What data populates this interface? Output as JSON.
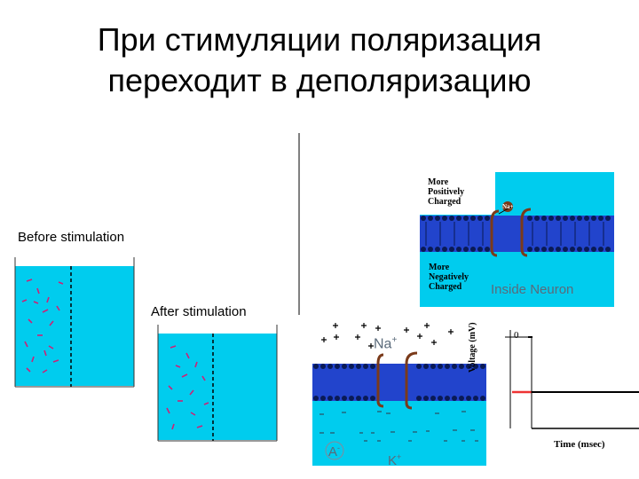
{
  "slide": {
    "title_line1": "При стимуляции поляризация",
    "title_line2": "переходит в деполяризацию"
  },
  "labels": {
    "before": "Before stimulation",
    "after": "After stimulation",
    "more_positive_1": "More",
    "more_positive_2": "Positively",
    "more_positive_3": "Charged",
    "more_negative_1": "More",
    "more_negative_2": "Negatively",
    "more_negative_3": "Charged",
    "inside_neuron": "Inside Neuron",
    "na_channel": "Na+",
    "na_ion": "Na",
    "na_sup": "+",
    "a_ion": "A",
    "a_sup": "-",
    "k_ion": "K",
    "k_sup": "+",
    "ylabel": "Voltage (mV)",
    "zero_tick": "0",
    "xlabel": "Time (msec)"
  },
  "colors": {
    "cyan": "#00ccee",
    "membrane": "#2244cc",
    "ion_magenta": "#cc2277",
    "channel_brown": "#7a3a1a",
    "trace_red": "#ee3333"
  }
}
